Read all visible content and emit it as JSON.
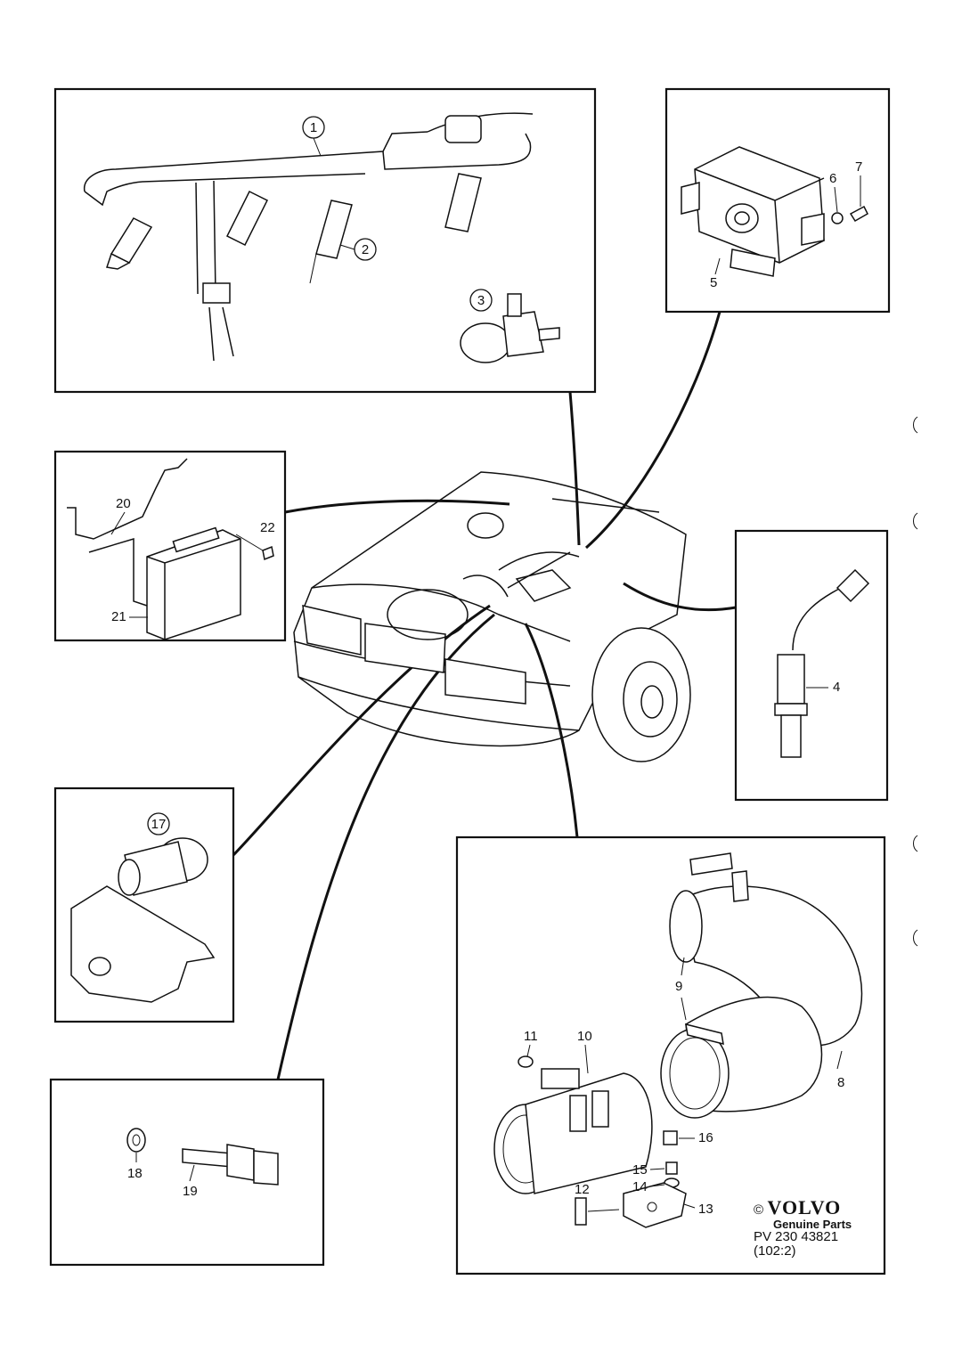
{
  "diagram": {
    "callouts": {
      "c1": "1",
      "c2": "2",
      "c3": "3",
      "c4": "4",
      "c5": "5",
      "c6": "6",
      "c7": "7",
      "c8": "8",
      "c9": "9",
      "c10": "10",
      "c11": "11",
      "c12": "12",
      "c13": "13",
      "c14": "14",
      "c15": "15",
      "c16": "16",
      "c17": "17",
      "c18": "18",
      "c19": "19",
      "c20": "20",
      "c21": "21",
      "c22": "22"
    },
    "copyright": {
      "symbol": "©",
      "brand": "VOLVO",
      "line2": "Genuine Parts",
      "line3": "PV 230 43821",
      "line4": "(102:2)"
    }
  }
}
